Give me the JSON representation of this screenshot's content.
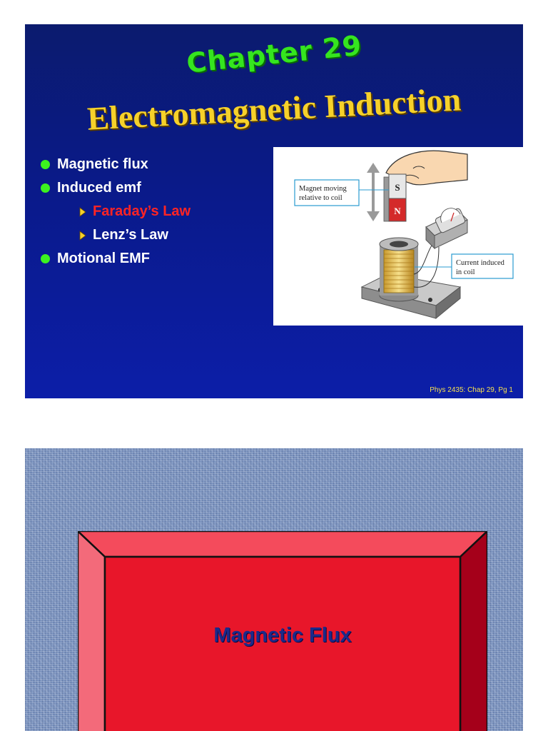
{
  "slide1": {
    "chapter": "Chapter 29",
    "title": "Electromagnetic Induction",
    "bullets": [
      {
        "text": "Magnetic flux",
        "level": 1
      },
      {
        "text": "Induced emf",
        "level": 1
      },
      {
        "text": "Faraday’s Law",
        "level": 2,
        "color": "#ff2424"
      },
      {
        "text": "Lenz’s Law",
        "level": 2
      },
      {
        "text": "Motional EMF",
        "level": 1
      }
    ],
    "figure": {
      "label_magnet": [
        "Magnet moving",
        "relative to coil"
      ],
      "label_current": [
        "Current induced",
        "in coil"
      ],
      "pole_s": "S",
      "pole_n": "N"
    },
    "footer": "Phys 2435: Chap 29, Pg 1",
    "colors": {
      "background": "#0a1a8a",
      "chapter": "#35e51f",
      "title": "#f6d12a",
      "bullet_dot": "#3cf21f",
      "arrow": "#f6d12a",
      "footer": "#f5e050"
    }
  },
  "slide2": {
    "title": "Magnetic Flux",
    "colors": {
      "panel": "#e8162a",
      "text": "#1b2a8a",
      "background": "#7a92be"
    }
  }
}
